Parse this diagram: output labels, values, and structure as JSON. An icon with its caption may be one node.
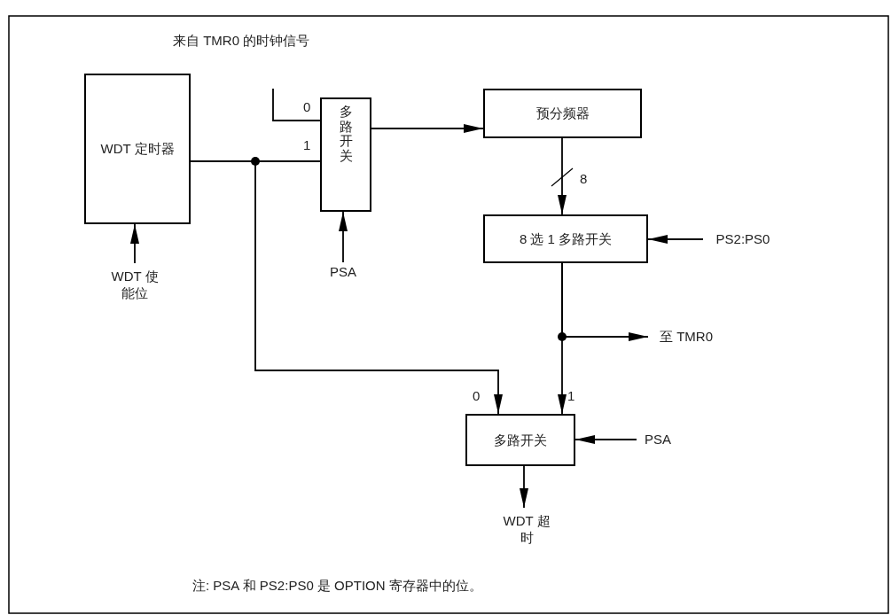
{
  "diagram": {
    "nodes": [
      {
        "text": [
          "WDT 定时器"
        ]
      },
      {
        "text": [
          "多路开关"
        ]
      },
      {
        "text": [
          "预分频器"
        ]
      },
      {
        "text": [
          "8 选 1 多路开关"
        ]
      },
      {
        "text": [
          "多路开关"
        ]
      },
      {
        "text": [
          "WDT 使能位"
        ]
      },
      {
        "text": [
          "PSA"
        ]
      },
      {
        "text": [
          "PS2:PS0"
        ]
      },
      {
        "text": [
          "至 TMR0"
        ]
      },
      {
        "text": [
          "PSA"
        ]
      },
      {
        "text": [
          "WDT 超时"
        ]
      }
    ],
    "edges": [
      {
        "from": null,
        "to": 1,
        "arrow": "none"
      },
      {
        "from": 0,
        "to": 1,
        "arrow": "none"
      },
      {
        "from": 0,
        "to": 4,
        "arrow": "to"
      },
      {
        "from": 5,
        "to": 0,
        "arrow": "to"
      },
      {
        "from": 6,
        "to": 1,
        "arrow": "to"
      },
      {
        "from": 1,
        "to": 2,
        "arrow": "to"
      },
      {
        "from": 2,
        "to": 3,
        "arrow": "to",
        "label": "8"
      },
      {
        "from": 7,
        "to": 3,
        "arrow": "to"
      },
      {
        "from": 3,
        "to": 8,
        "arrow": "to"
      },
      {
        "from": 3,
        "to": 4,
        "arrow": "to"
      },
      {
        "from": 9,
        "to": 4,
        "arrow": "to"
      },
      {
        "from": 4,
        "to": 10,
        "arrow": "to"
      }
    ],
    "labels": [
      "来自 TMR0 的时钟信号",
      "0",
      "1",
      "0",
      "1",
      "注: PSA 和 PS2:PS0 是 OPTION 寄存器中的位。"
    ]
  }
}
